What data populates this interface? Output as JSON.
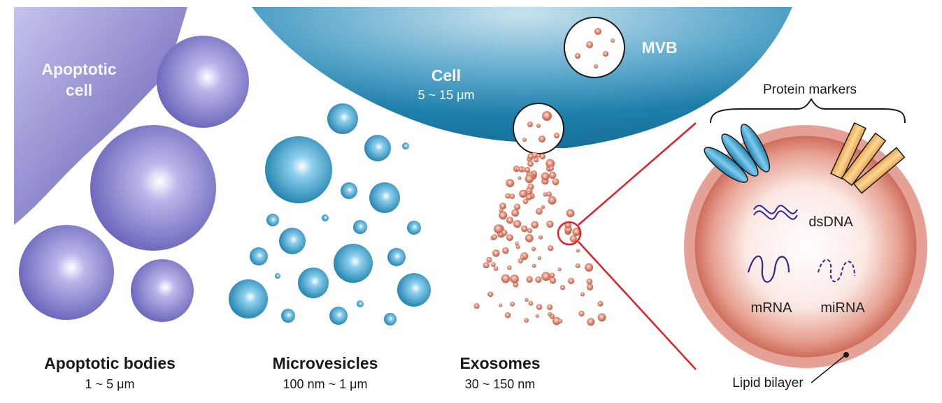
{
  "labels": {
    "apoptotic_cell_line1": "Apoptotic",
    "apoptotic_cell_line2": "cell",
    "cell_title": "Cell",
    "cell_size": "5 ~ 15 μm",
    "mvb": "MVB",
    "protein_markers": "Protein markers",
    "dsdna": "dsDNA",
    "mrna": "mRNA",
    "mirna": "miRNA",
    "lipid_bilayer": "Lipid bilayer"
  },
  "categories": [
    {
      "name": "Apoptotic bodies",
      "size": "1 ~ 5 μm"
    },
    {
      "name": "Microvesicles",
      "size": "100 nm ~ 1 μm"
    },
    {
      "name": "Exosomes",
      "size": "30 ~ 150 nm"
    }
  ],
  "colors": {
    "apoptotic": "#6a63b8",
    "cell": "#1f7fab",
    "exosome": "#c8604a",
    "callout_line": "#e0202a",
    "marker_blue": "#3aa7d6",
    "marker_orange": "#f0b45a",
    "nucleic_acid": "#2a2a9a"
  }
}
